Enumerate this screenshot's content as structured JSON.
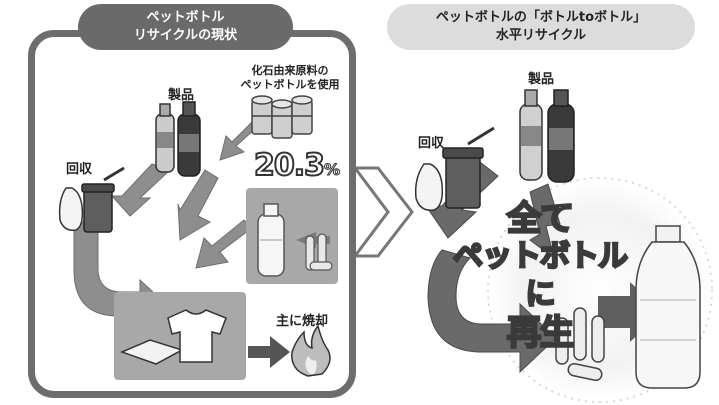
{
  "left": {
    "title_line1": "ペットボトル",
    "title_line2": "リサイクルの現状",
    "fossil_line1": "化石由来原料の",
    "fossil_line2": "ペットボトルを使用",
    "product_label": "製品",
    "collect_label": "回収",
    "percent_value": "20.3",
    "percent_unit": "%",
    "incinerate_label": "主に焼却"
  },
  "right": {
    "title_line1": "ペットボトルの「ボトルtoボトル」",
    "title_line2": "水平リサイクル",
    "product_label": "製品",
    "collect_label": "回収",
    "big_line1": "全て",
    "big_line2": "ペットボトルに",
    "big_line3": "再生"
  },
  "colors": {
    "dark": "#5a5a5a",
    "mid": "#8c8c8c",
    "light": "#d9d9d9"
  }
}
